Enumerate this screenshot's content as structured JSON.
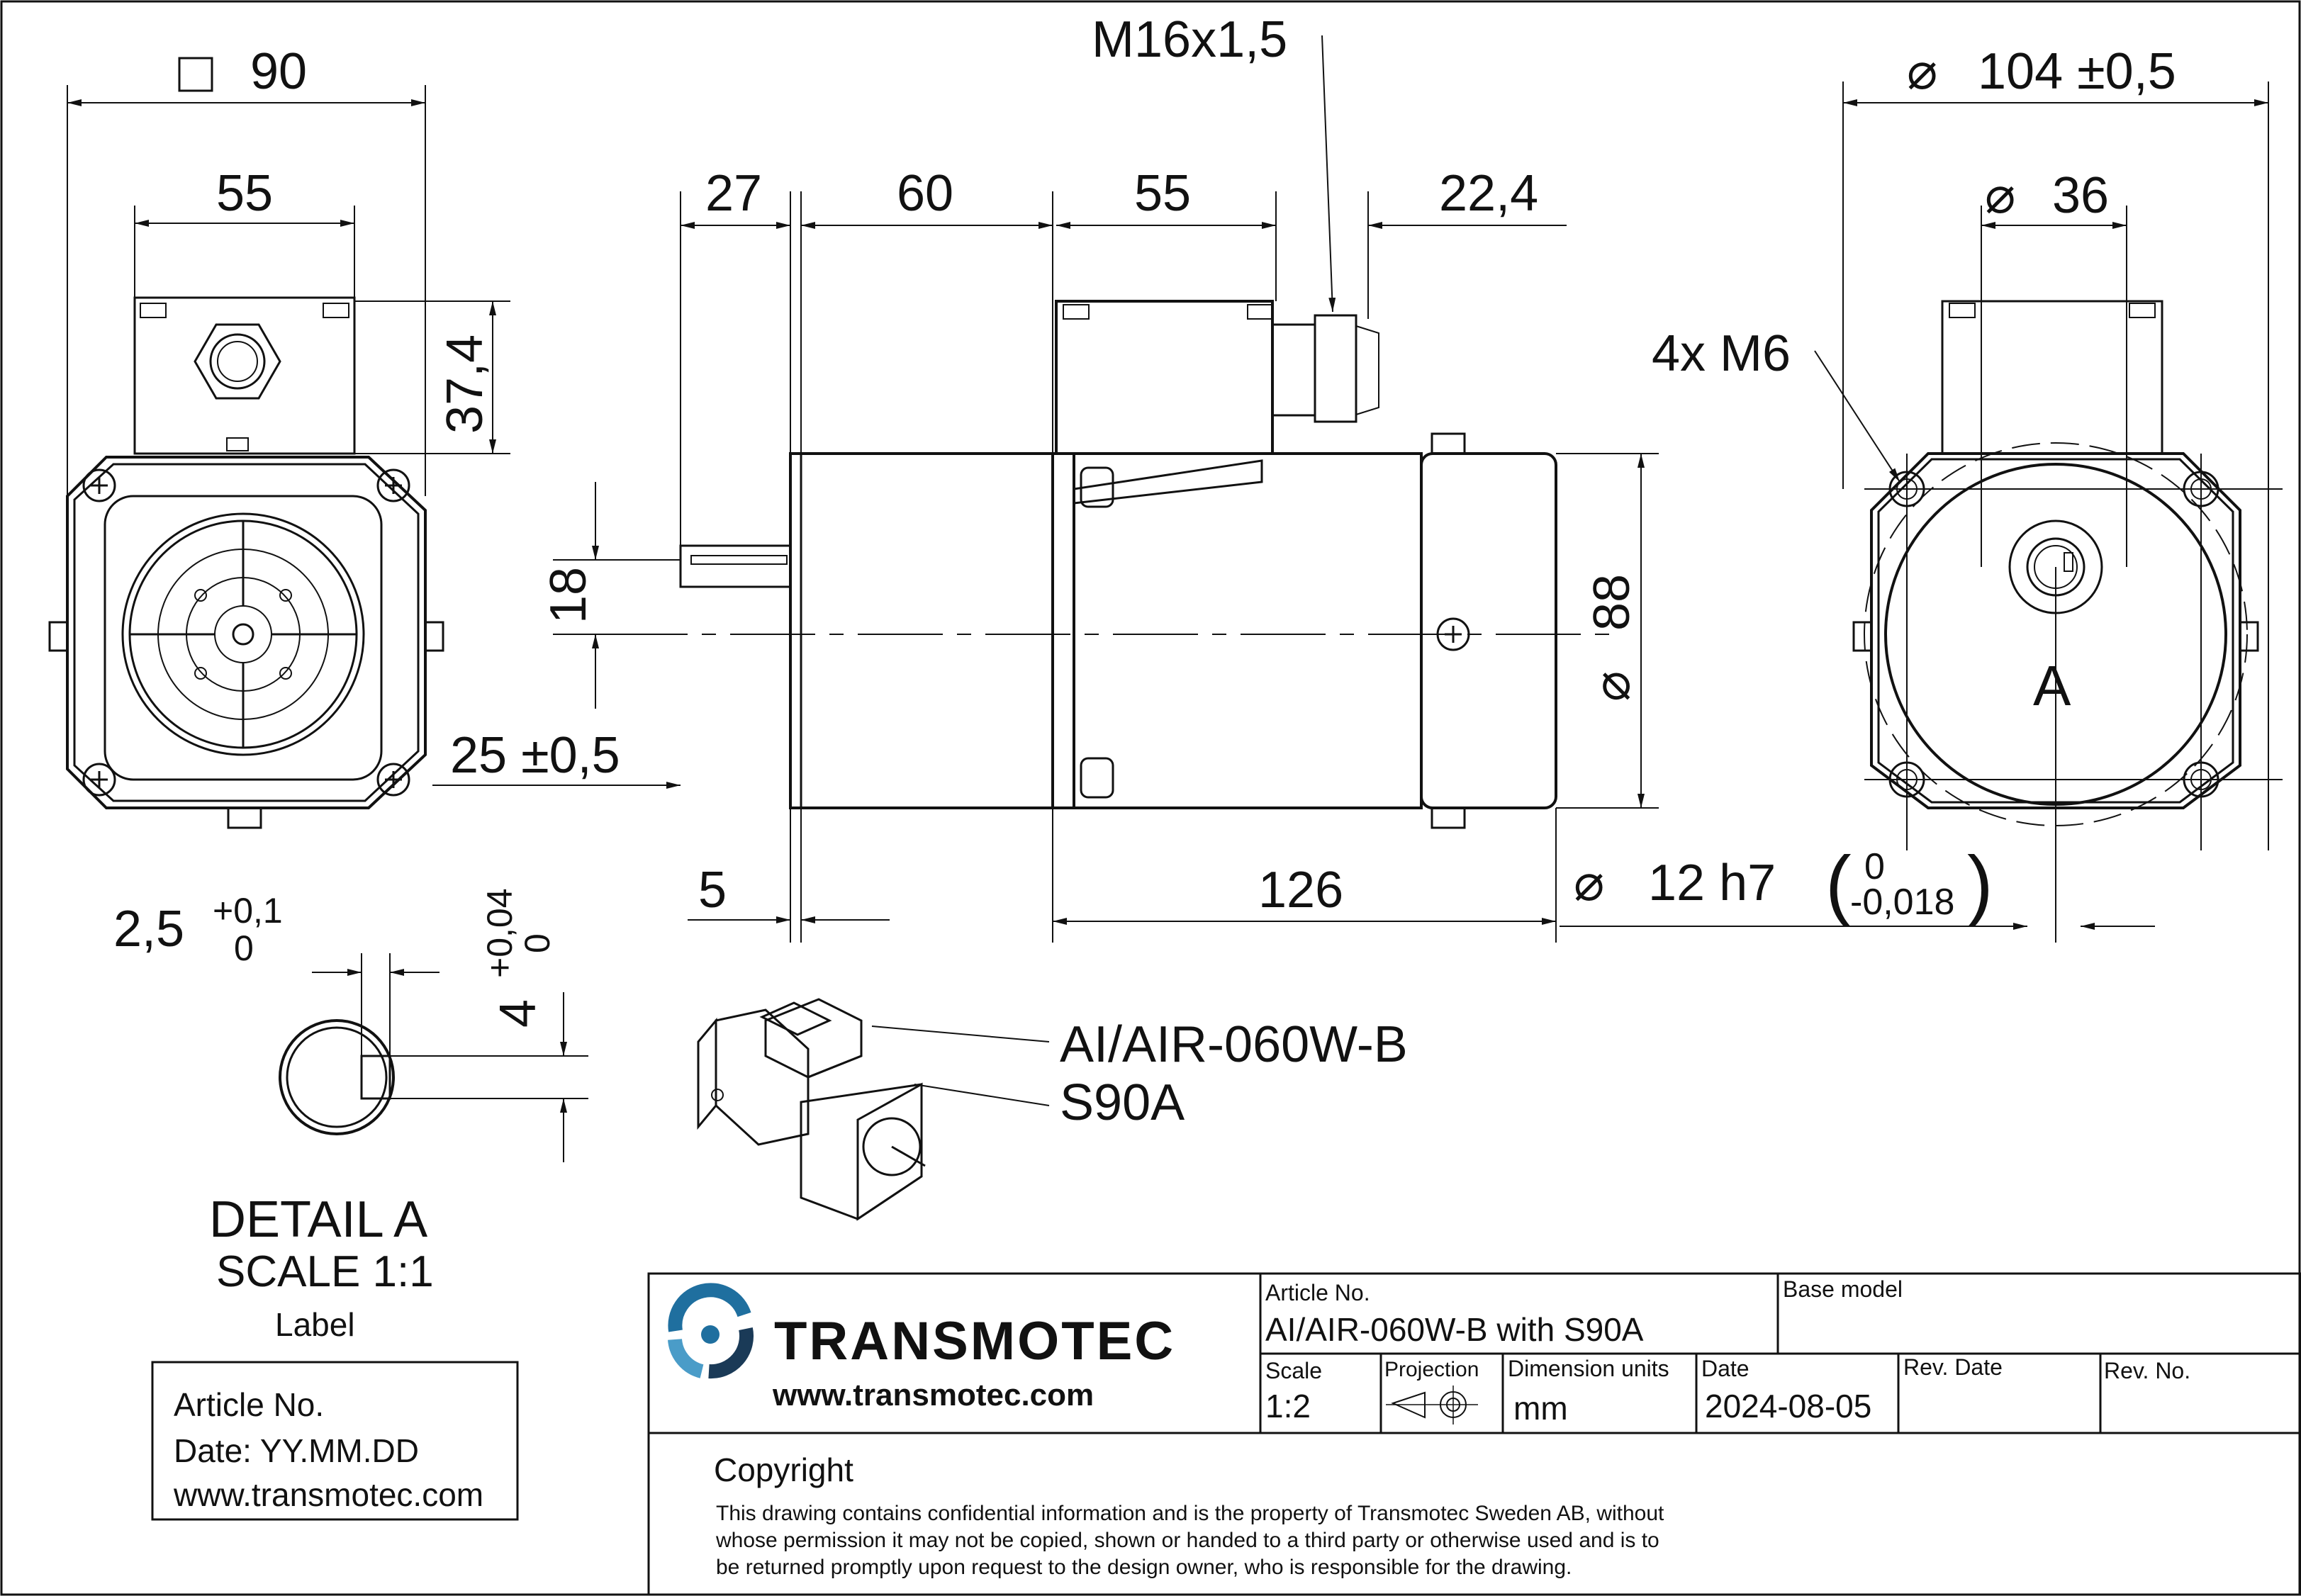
{
  "dimensions": {
    "square_90": "90",
    "front_55": "55",
    "front_37_4": "37,4",
    "side_27": "27",
    "side_60": "60",
    "side_55": "55",
    "side_22_4": "22,4",
    "thread": "M16x1,5",
    "side_18": "18",
    "side_88": "88",
    "side_25": "25 ±0,5",
    "side_5": "5",
    "side_126": "126",
    "shaft_dia": "12 h7",
    "shaft_tol_upper": "0",
    "shaft_tol_lower": "-0,018",
    "flange_104": "104 ±0,5",
    "flange_36": "36",
    "holes": "4x M6",
    "view_A": "A",
    "key_width": "2,5",
    "key_width_tol_upper": "+0,1",
    "key_width_tol_lower": "0",
    "key_depth": "4",
    "key_depth_tol_upper": "+0,04",
    "key_depth_tol_lower": "0"
  },
  "detail": {
    "title": "DETAIL A",
    "scale": "SCALE 1:1"
  },
  "label_box": {
    "caption": "Label",
    "line1": "Article No.",
    "line2": "Date: YY.MM.DD",
    "line3": "www.transmotec.com"
  },
  "callouts": {
    "motor": "AI/AIR-060W-B",
    "gearbox": "S90A"
  },
  "title_block": {
    "brand": "TRANSMOTEC",
    "website": "www.transmotec.com",
    "article_label": "Article No.",
    "article_value": "AI/AIR-060W-B with S90A",
    "base_model_label": "Base model",
    "base_model_value": "",
    "scale_label": "Scale",
    "scale_value": "1:2",
    "projection_label": "Projection",
    "units_label": "Dimension units",
    "units_value": "mm",
    "date_label": "Date",
    "date_value": "2024-08-05",
    "rev_date_label": "Rev. Date",
    "rev_date_value": "",
    "rev_no_label": "Rev. No.",
    "rev_no_value": "",
    "copyright_title": "Copyright",
    "copyright_line1": "This drawing contains confidential information and is the property of Transmotec Sweden AB, without",
    "copyright_line2": "whose permission it may not be copied, shown or handed to a third party or otherwise used and is to",
    "copyright_line3": "be returned promptly upon request to the design owner, who is responsible for the drawing."
  },
  "colors": {
    "ink": "#111111",
    "logo_blue": "#1f6f9f",
    "logo_dark": "#1a3a57"
  }
}
